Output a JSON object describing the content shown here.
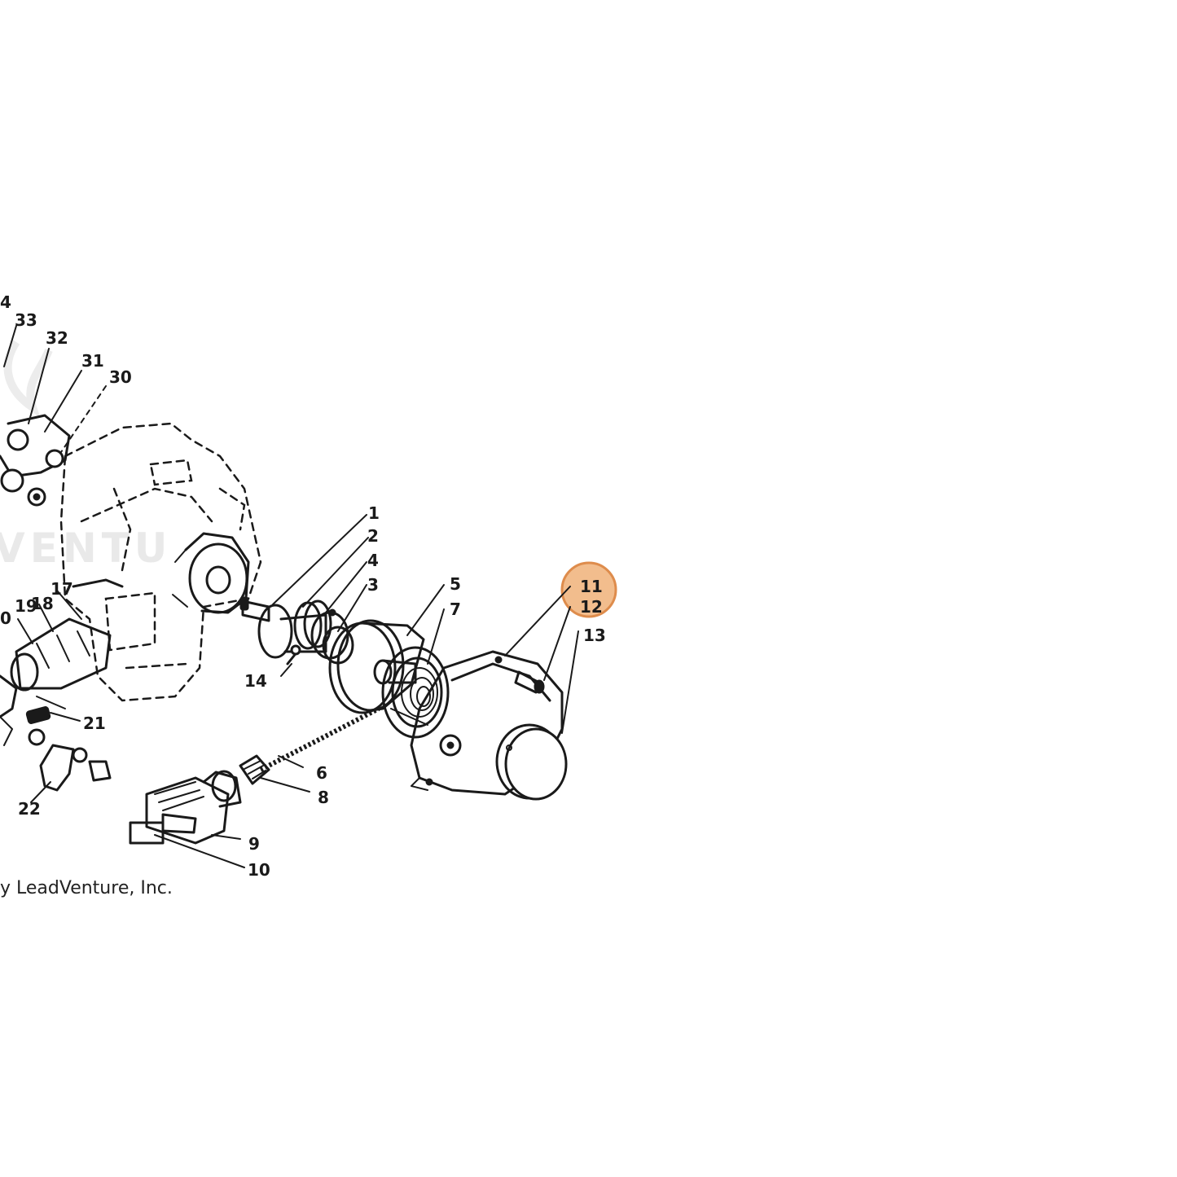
{
  "watermark": "VENTU",
  "copyright": "y LeadVenture, Inc.",
  "highlight_color": "#f0b27a",
  "highlight_edge": "#d9782d",
  "callouts": {
    "c1": "1",
    "c2": "2",
    "c3": "3",
    "c4": "4",
    "c5": "5",
    "c6": "6",
    "c7": "7",
    "c8": "8",
    "c9": "9",
    "c10": "10",
    "c11": "11",
    "c12": "12",
    "c13": "13",
    "c14": "14",
    "c17": "17",
    "c18": "18",
    "c19": "19",
    "c20": "0",
    "c21": "21",
    "c22": "22",
    "c30": "30",
    "c31": "31",
    "c32": "32",
    "c33": "33",
    "c34": "4"
  }
}
